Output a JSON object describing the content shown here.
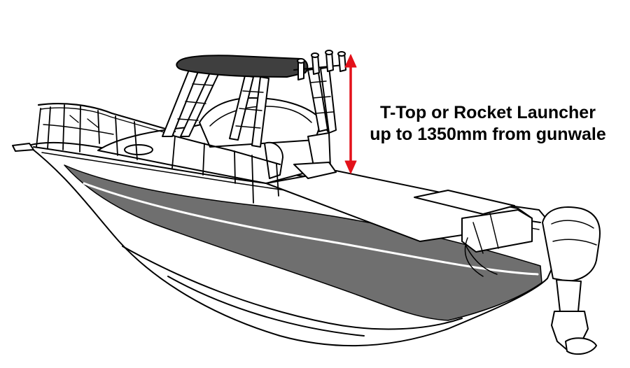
{
  "annotation": {
    "line1": "T-Top or Rocket Launcher",
    "line2": "up to 1350mm from gunwale",
    "arrow_color": "#e3111a"
  },
  "colors": {
    "outline": "#000000",
    "hull_stripe": "#6f6f6f",
    "canopy": "#3f3f3f",
    "fill": "#ffffff"
  },
  "icons": {
    "boat": "boat-illustration",
    "measurement": "double-arrow-icon"
  }
}
